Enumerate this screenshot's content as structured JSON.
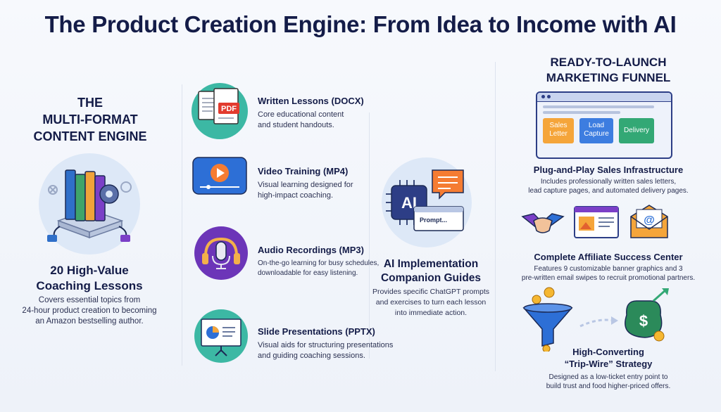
{
  "title": "The Product Creation Engine: From Idea to Income with AI",
  "engine": {
    "heading": [
      "THE",
      "MULTI-FORMAT",
      "CONTENT ENGINE"
    ],
    "lessons_title": [
      "20 High-Value",
      "Coaching Lessons"
    ],
    "lessons_desc": [
      "Covers essential topics from",
      "24-hour product creation to becoming",
      "an Amazon bestselling author."
    ]
  },
  "formats": [
    {
      "title": "Written Lessons (DOCX)",
      "desc": [
        "Core educational content",
        "and student handouts."
      ],
      "icon": "document-pdf-icon",
      "badge": "PDF"
    },
    {
      "title": "Video Training (MP4)",
      "desc": [
        "Visual learning designed for",
        "high-impact coaching."
      ],
      "icon": "video-play-icon"
    },
    {
      "title": "Audio Recordings (MP3)",
      "desc": [
        "On-the-go learning for busy schedules,",
        "downloadable for easy listening."
      ],
      "icon": "microphone-icon"
    },
    {
      "title": "Slide Presentations (PPTX)",
      "desc": [
        "Visual aids for structuring presentations",
        "and guiding coaching sessions."
      ],
      "icon": "presentation-board-icon"
    }
  ],
  "ai": {
    "chip_label": "AI",
    "prompt_label": "Prompt...",
    "title": [
      "AI Implementation",
      "Companion Guides"
    ],
    "desc": [
      "Provides specific ChatGPT prompts",
      "and exercises to turn each lesson",
      "into immediate action."
    ]
  },
  "funnel": {
    "heading": [
      "READY-TO-LAUNCH",
      "MARKETING FUNNEL"
    ],
    "pages": [
      {
        "label": [
          "Sales",
          "Letter"
        ],
        "color": "#f5a53a"
      },
      {
        "label": [
          "Load",
          "Capture"
        ],
        "color": "#3d7de0"
      },
      {
        "label": [
          "Delivery"
        ],
        "color": "#33a875"
      }
    ],
    "sales_title": "Plug-and-Play Sales Infrastructure",
    "sales_desc": [
      "Includes professionally written sales letters,",
      "lead capture pages, and automated delivery pages."
    ],
    "affiliate_title": "Complete Affiliate Success Center",
    "affiliate_desc": [
      "Features 9 customizable banner graphics and 3",
      "pre-written email swipes to recruit promotional partners."
    ],
    "tripwire_title": [
      "High-Converting",
      "“Trip-Wire” Strategy"
    ],
    "tripwire_desc": [
      "Designed as a low-ticket entry point to",
      "build trust and food higher-priced offers."
    ]
  },
  "colors": {
    "navy": "#141c48",
    "accent_blue": "#3d7de0",
    "orange": "#f5a53a",
    "green": "#33a875",
    "purple": "#7b3fc7"
  }
}
